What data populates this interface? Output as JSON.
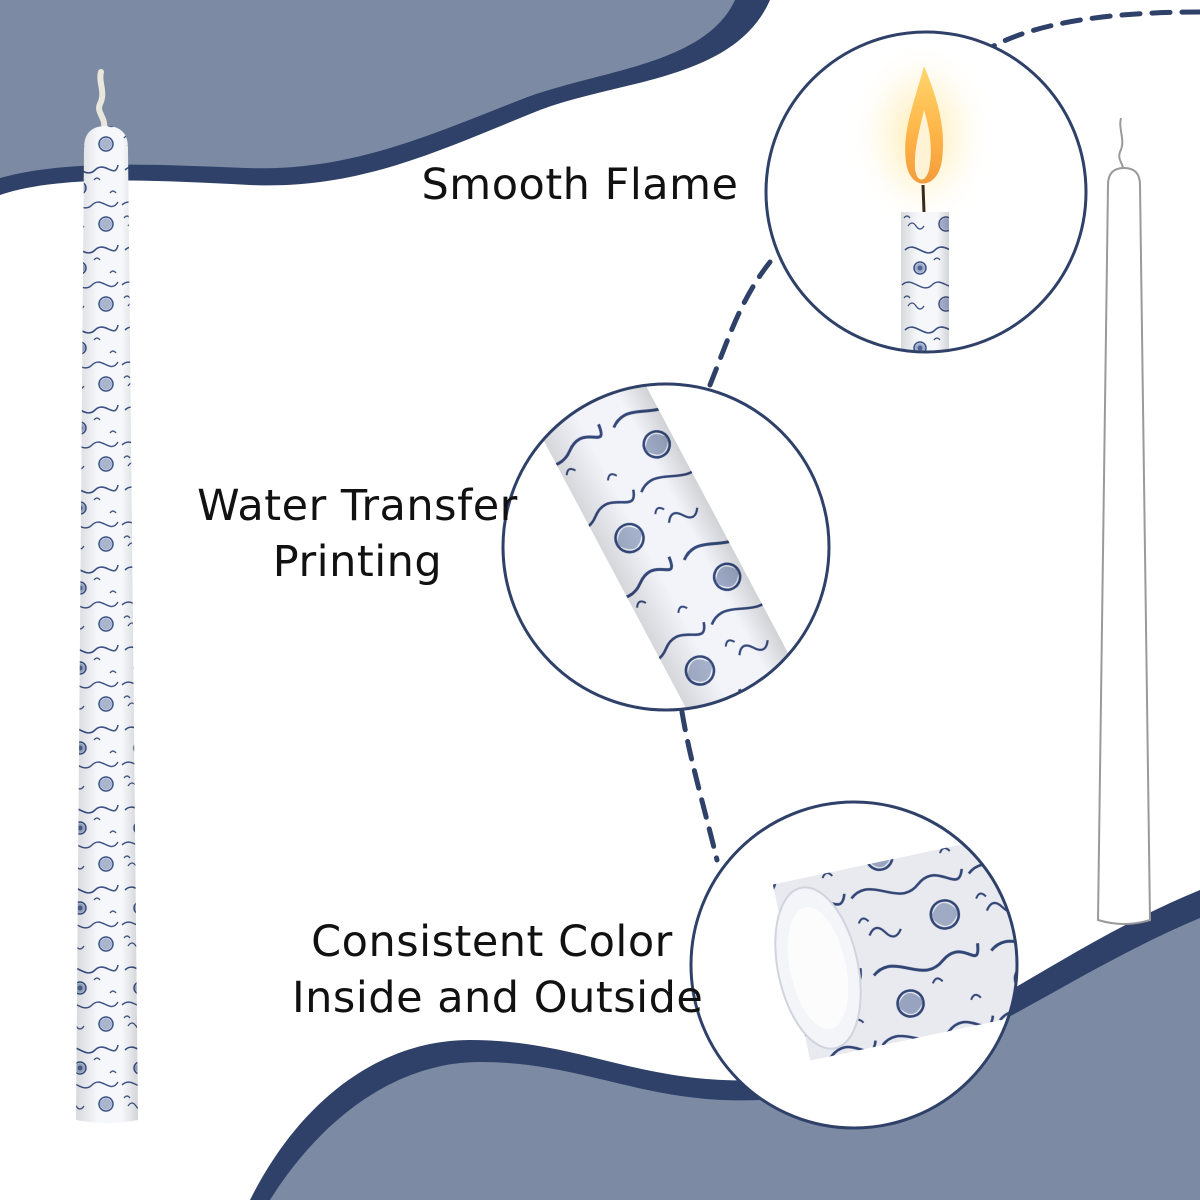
{
  "features": [
    {
      "label_lines": [
        "Smooth Flame"
      ]
    },
    {
      "label_lines": [
        "Water Transfer",
        "Printing"
      ]
    },
    {
      "label_lines": [
        "Consistent Color",
        "Inside and Outside"
      ]
    }
  ],
  "colors": {
    "wave_light": "#7c8aa4",
    "wave_dark": "#2f4169",
    "pattern_blue": "#3c5184",
    "candle_white": "#f5f7fb",
    "text": "#111111"
  },
  "icons": {
    "main_candle": "patterned-taper-candle-icon",
    "outline_candle": "candle-outline-icon",
    "flame": "flame-icon"
  }
}
